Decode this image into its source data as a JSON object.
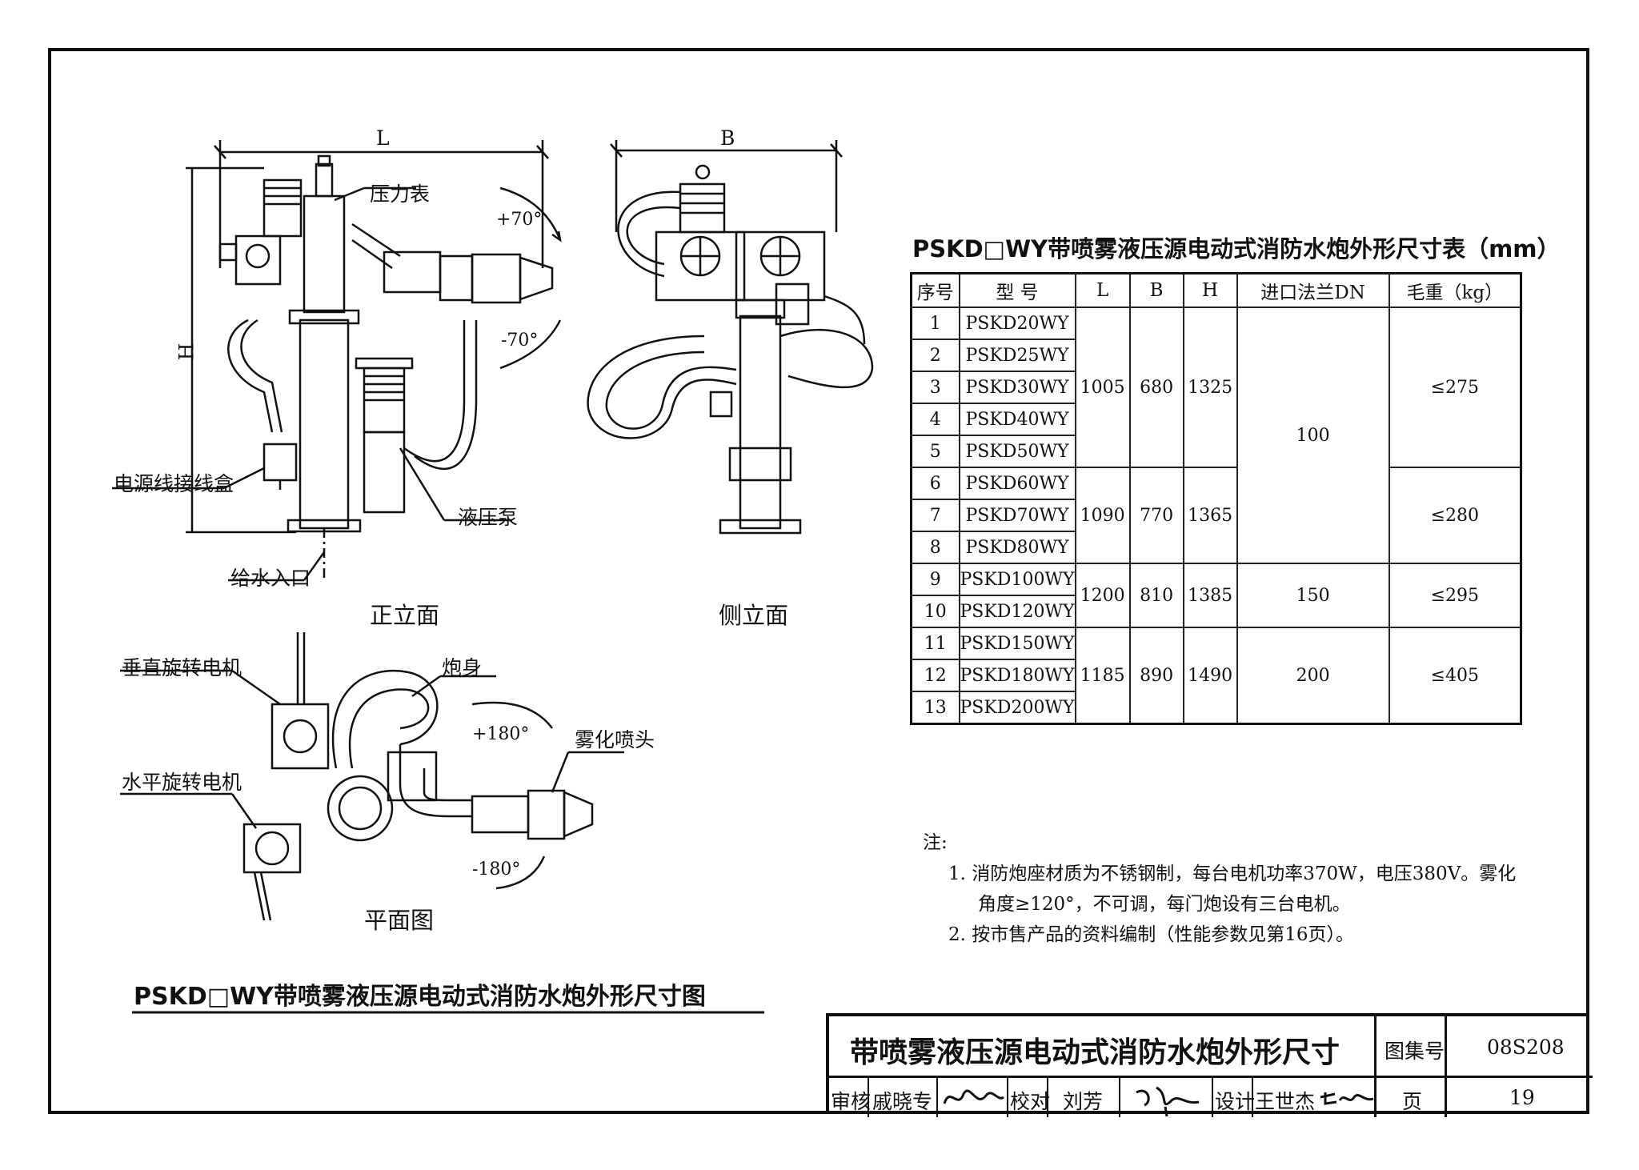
{
  "drawing_title": "PSKD□WY带喷雾液压源电动式消防水炮外形尺寸图",
  "front_view": {
    "caption": "正立面",
    "dim_L": "L",
    "dim_H": "H",
    "pressure_gauge": "压力表",
    "up_angle": "+70°",
    "down_angle": "-70°",
    "junction_box": "电源线接线盒",
    "hydraulic_pump": "液压泵",
    "water_inlet": "给水入口"
  },
  "side_view": {
    "caption": "侧立面",
    "dim_B": "B"
  },
  "plan_view": {
    "caption": "平面图",
    "vertical_motor": "垂直旋转电机",
    "horizontal_motor": "水平旋转电机",
    "barrel": "炮身",
    "spray_nozzle": "雾化喷头",
    "pos_angle": "+180°",
    "neg_angle": "-180°"
  },
  "table": {
    "title": "PSKD□WY带喷雾液压源电动式消防水炮外形尺寸表（mm）",
    "headers": [
      "序号",
      "型 号",
      "L",
      "B",
      "H",
      "进口法兰DN",
      "毛重（kg）"
    ],
    "models": [
      "PSKD20WY",
      "PSKD25WY",
      "PSKD30WY",
      "PSKD40WY",
      "PSKD50WY",
      "PSKD60WY",
      "PSKD70WY",
      "PSKD80WY",
      "PSKD100WY",
      "PSKD120WY",
      "PSKD150WY",
      "PSKD180WY",
      "PSKD200WY"
    ],
    "index": [
      "1",
      "2",
      "3",
      "4",
      "5",
      "6",
      "7",
      "8",
      "9",
      "10",
      "11",
      "12",
      "13"
    ],
    "g1": {
      "L": "1005",
      "B": "680",
      "H": "1325"
    },
    "g2": {
      "L": "1090",
      "B": "770",
      "H": "1365"
    },
    "g3": {
      "L": "1200",
      "B": "810",
      "H": "1385"
    },
    "g4": {
      "L": "1185",
      "B": "890",
      "H": "1490"
    },
    "dn": [
      "100",
      "150",
      "200"
    ],
    "weight": [
      "≤275",
      "≤280",
      "≤295",
      "≤405"
    ]
  },
  "notes": {
    "heading": "注:",
    "n1a": "1. 消防炮座材质为不锈钢制，每台电机功率370W，电压380V。雾化",
    "n1b": "角度≥120°，不可调，每门炮设有三台电机。",
    "n2": "2. 按市售产品的资料编制（性能参数见第16页）。"
  },
  "title_block": {
    "title": "带喷雾液压源电动式消防水炮外形尺寸",
    "atlas_label": "图集号",
    "atlas_no": "08S208",
    "review_label": "审核",
    "reviewer": "戚晓专",
    "check_label": "校对",
    "checker": "刘芳",
    "design_label": "设计",
    "designer": "王世杰",
    "page_label": "页",
    "page_no": "19"
  }
}
